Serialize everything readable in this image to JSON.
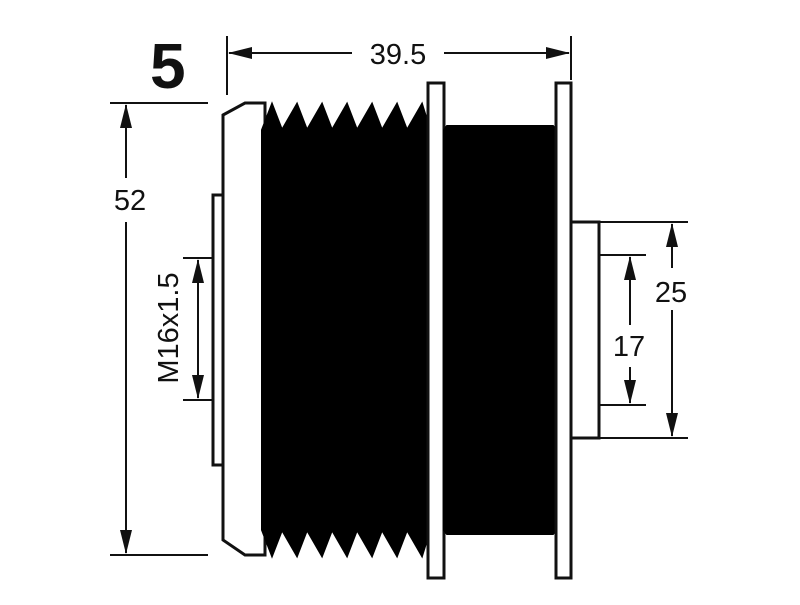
{
  "diagram": {
    "part_number": "5",
    "dimensions": {
      "length": "39.5",
      "outer_diameter": "52",
      "thread": "M16x1.5",
      "hub_outer_diameter": "25",
      "hub_inner_diameter": "17"
    },
    "colors": {
      "ink": "#111111",
      "fill_dark": "#000000",
      "background": "#ffffff"
    }
  }
}
